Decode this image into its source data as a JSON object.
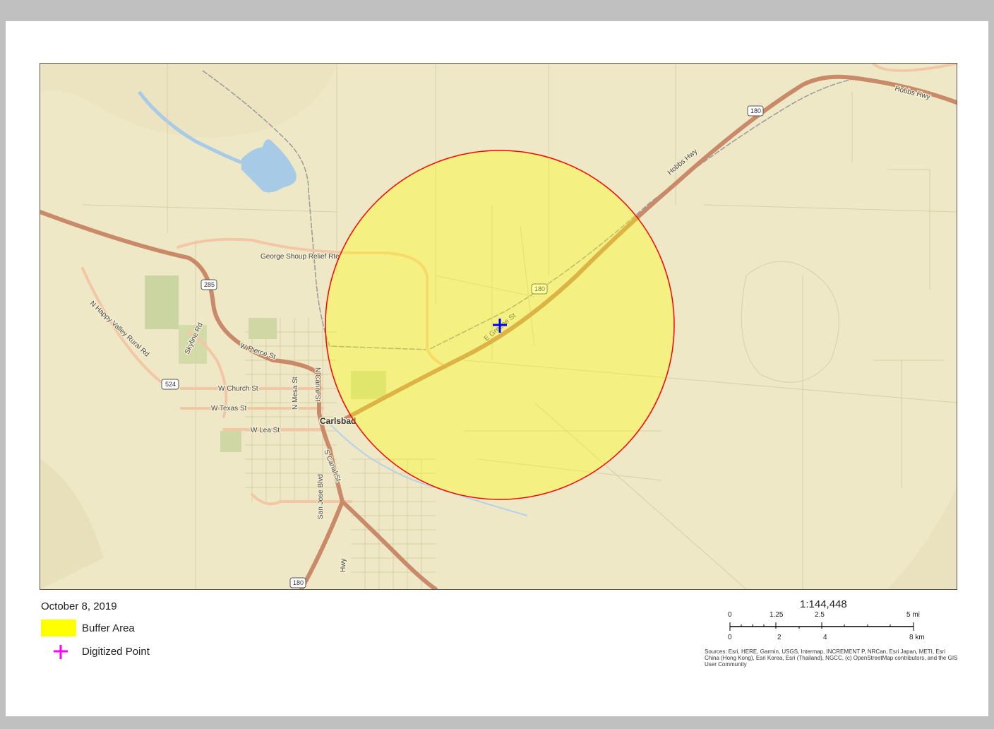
{
  "map": {
    "date": "October 8, 2019",
    "labels": {
      "george_shoup": "George Shoup Relief Rte",
      "pierce": "W Pierce St",
      "church": "W Church St",
      "texas": "W Texas St",
      "lea": "W Lea St",
      "n_mesa": "N Mesa St",
      "n_canal": "N Canal St",
      "s_canal": "S Canal St",
      "san_jose": "San Jose Blvd",
      "skyline": "Skyline Rd",
      "happy_valley": "N Happy Valley Rural Rd",
      "hobbs_1": "Hobbs Hwy",
      "hobbs_2": "Hobbs Hwy",
      "e_greene": "E Greene St",
      "carlsbad": "Carlsbad",
      "hwy": "Hwy"
    },
    "shields": {
      "s285": "285",
      "s524": "524",
      "s180a": "180",
      "s180b": "180",
      "s180c": "180"
    },
    "colors": {
      "buffer_fill": "#ffff00",
      "buffer_outline": "#ff0000",
      "point": "#0000ff",
      "highway": "#c98a6a",
      "arterial": "#f2c7a6"
    }
  },
  "legend": {
    "buffer_label": "Buffer Area",
    "point_label": "Digitized Point",
    "point_color": "#ff00ff",
    "buffer_color": "#ffff00"
  },
  "scale": {
    "ratio": "1:144,448",
    "mi_ticks": [
      "0",
      "1.25",
      "2.5",
      "5 mi"
    ],
    "km_ticks": [
      "0",
      "2",
      "4",
      "8 km"
    ]
  },
  "attribution": "Sources: Esri, HERE, Garmin, USGS, Intermap, INCREMENT P, NRCan, Esri Japan, METI, Esri China (Hong Kong), Esri Korea, Esri (Thailand), NGCC, (c) OpenStreetMap contributors, and the GIS User Community"
}
